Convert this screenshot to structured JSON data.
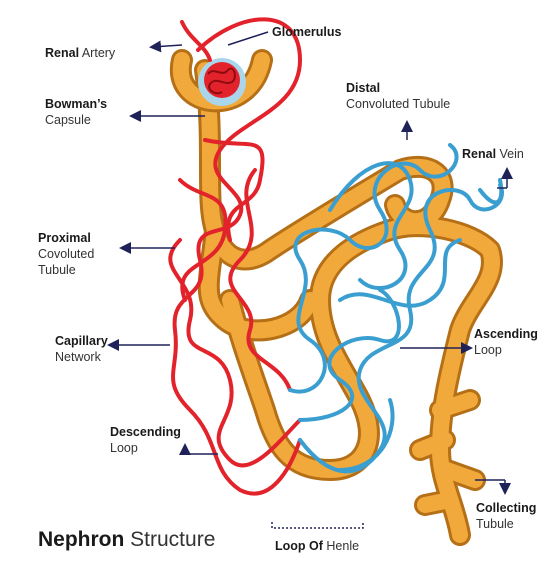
{
  "title": {
    "bold": "Nephron",
    "light": "Structure"
  },
  "labels": {
    "renal_artery": {
      "bold": "Renal",
      "light": "Artery"
    },
    "glomerulus": {
      "bold": "Glomerulus"
    },
    "bowmans_capsule": {
      "bold": "Bowman’s",
      "light": "Capsule"
    },
    "distal": {
      "bold": "Distal",
      "light": "Convoluted Tubule"
    },
    "renal_vein": {
      "bold": "Renal",
      "light": "Vein"
    },
    "proximal": {
      "bold": "Proximal",
      "line2": "Covoluted",
      "line3": "Tubule"
    },
    "capillary": {
      "bold": "Capillary",
      "light": "Network"
    },
    "ascending": {
      "bold": "Ascending",
      "light": "Loop"
    },
    "descending": {
      "bold": "Descending",
      "light": "Loop"
    },
    "loop_of_henle": {
      "bold": "Loop Of",
      "light": "Henle"
    },
    "collecting": {
      "bold": "Collecting",
      "light": "Tubule"
    }
  },
  "colors": {
    "tubule_fill": "#f2a93b",
    "tubule_outline": "#b56f16",
    "artery": "#e3232b",
    "vein": "#3a9fd0",
    "arrow": "#1f2259"
  }
}
